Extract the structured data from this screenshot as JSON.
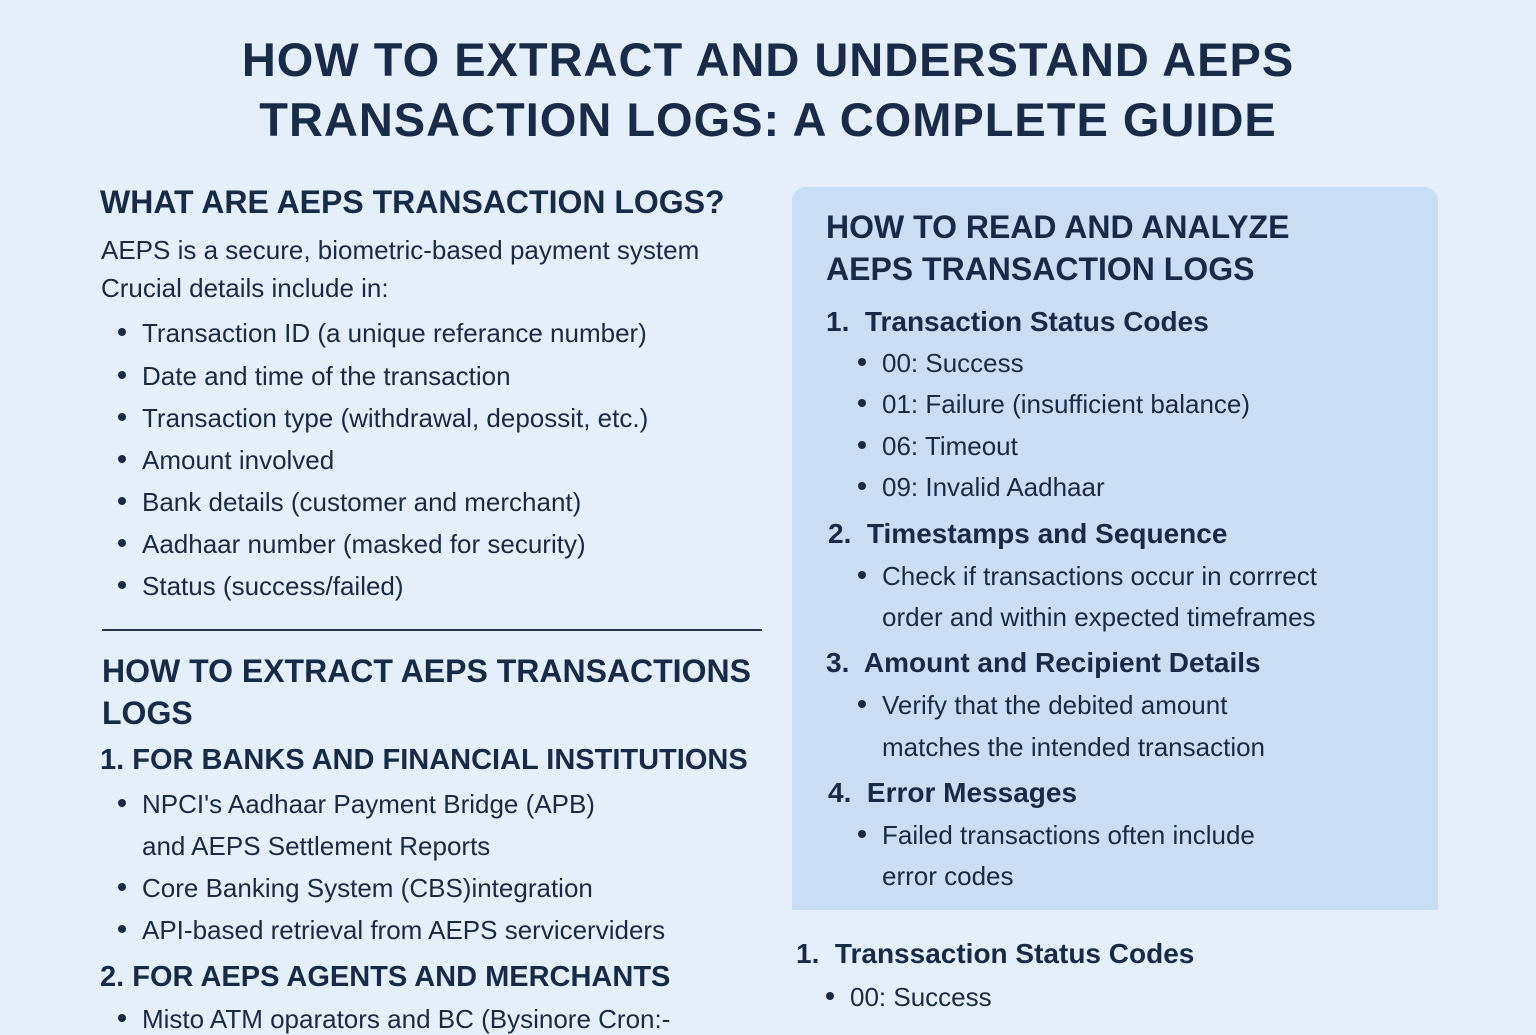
{
  "title": {
    "line1": "HOW TO EXTRACT AND UNDERSTAND AEPS",
    "line2": "TRANSACTION LOGS: A COMPLETE GUIDE"
  },
  "left": {
    "what": {
      "heading": "WHAT ARE AEPS TRANSACTION LOGS?",
      "intro1": "AEPS is a secure, biometric-based payment system",
      "intro2": "Crucial details include in:",
      "items": [
        "Transaction ID (a unique referance number)",
        "Date and time of the transaction",
        "Transaction type (withdrawal, depossit, etc.)",
        "Amount involved",
        "Bank details (customer and merchant)",
        "Aadhaar number (masked for security)",
        "Status (success/failed)"
      ]
    },
    "extract": {
      "heading1": "HOW TO EXTRACT AEPS TRANSACTIONS",
      "heading2": "LOGS",
      "banks": {
        "heading": "1. FOR BANKS AND FINANCIAL INSTITUTIONS",
        "items": [
          "NPCI's Aadhaar Payment Bridge (APB)",
          "and AEPS Settlement Reports",
          "Core Banking System (CBS)integration",
          "API-based retrieval from AEPS servicerviders"
        ]
      },
      "agents": {
        "heading": "2. FOR AEPS AGENTS AND MERCHANTS",
        "items": [
          "Misto ATM oparators and BC (Bysinore Cron:-"
        ]
      }
    }
  },
  "right": {
    "heading1": "HOW TO READ AND ANALYZE",
    "heading2": "AEPS TRANSACTION LOGS",
    "sections": [
      {
        "num": "1.",
        "label": "Transaction Status Codes",
        "items": [
          "00: Success",
          "01: Failure (insufficient balance)",
          "06: Timeout",
          "09: Invalid Aadhaar"
        ]
      },
      {
        "num": "2.",
        "label": "Timestamps and Sequence",
        "items": [
          "Check if transactions occur in corrrect",
          "order and within expected timeframes"
        ]
      },
      {
        "num": "3.",
        "label": "Amount and Recipient Details",
        "items": [
          "Verify that the debited amount",
          "matches the intended transaction"
        ]
      },
      {
        "num": "4.",
        "label": "Error Messages",
        "items": [
          "Failed transactions often include",
          "error codes"
        ]
      }
    ],
    "below": {
      "num": "1.",
      "label": "Transsaction Status Codes",
      "items": [
        "00: Success"
      ]
    }
  },
  "colors": {
    "background": "#e5effb",
    "panel": "#c9ddf4",
    "text": "#172a47"
  }
}
